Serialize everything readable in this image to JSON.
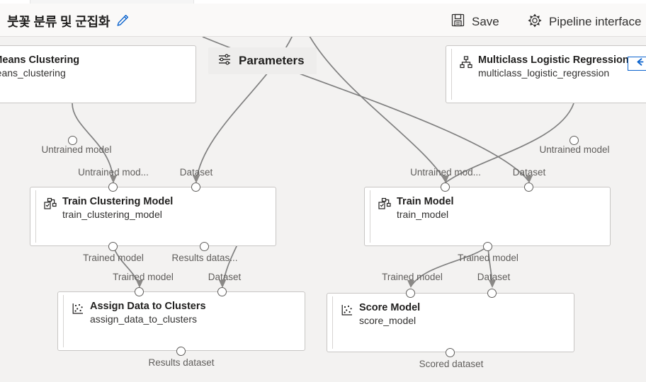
{
  "toolbar": {
    "pipeline_title": "붓꽃 분류 및 군집화",
    "edit_icon": "pencil-icon",
    "buttons": [
      {
        "label": "Save",
        "icon": "save-floppy-icon"
      },
      {
        "label": "Pipeline interface",
        "icon": "gear-icon"
      }
    ]
  },
  "canvas": {
    "parameters_chip": {
      "label": "Parameters",
      "icon": "sliders-icon"
    },
    "nodes": [
      {
        "id": "kmeans",
        "title": "K-Means Clustering",
        "subtitle": "kmeans_clustering",
        "icon": "module-hierarchy-icon",
        "clipped_title": "leans Clustering",
        "clipped_subtitle": "eans_clustering",
        "outputs": [
          {
            "label": "Untrained model"
          }
        ]
      },
      {
        "id": "multiclass",
        "title": "Multiclass Logistic Regression",
        "subtitle": "multiclass_logistic_regression",
        "icon": "module-hierarchy-icon",
        "collapse_icon": "arrow-left-icon",
        "outputs": [
          {
            "label": "Untrained model"
          }
        ]
      },
      {
        "id": "train-clustering-model",
        "title": "Train Clustering Model",
        "subtitle": "train_clustering_model",
        "icon": "train-model-icon",
        "inputs": [
          {
            "label": "Untrained mod..."
          },
          {
            "label": "Dataset"
          }
        ],
        "outputs": [
          {
            "label": "Trained model"
          },
          {
            "label": "Results datas..."
          }
        ]
      },
      {
        "id": "train-model",
        "title": "Train Model",
        "subtitle": "train_model",
        "icon": "train-model-icon",
        "inputs": [
          {
            "label": "Untrained mod..."
          },
          {
            "label": "Dataset"
          }
        ],
        "outputs": [
          {
            "label": "Trained model"
          }
        ]
      },
      {
        "id": "assign-data-to-clusters",
        "title": "Assign Data to Clusters",
        "subtitle": "assign_data_to_clusters",
        "icon": "scatter-dots-icon",
        "inputs": [
          {
            "label": "Trained model"
          },
          {
            "label": "Dataset"
          }
        ],
        "outputs": [
          {
            "label": "Results dataset"
          }
        ]
      },
      {
        "id": "score-model",
        "title": "Score Model",
        "subtitle": "score_model",
        "icon": "scatter-dots-icon",
        "inputs": [
          {
            "label": "Trained model"
          },
          {
            "label": "Dataset"
          }
        ],
        "outputs": [
          {
            "label": "Scored dataset"
          }
        ]
      }
    ]
  },
  "colors": {
    "toolbar_bg": "#faf9f8",
    "canvas_bg": "#f3f2f1",
    "node_bg": "#ffffff",
    "node_border": "#c8c6c4",
    "edge": "#808080",
    "port_stroke": "#605e5c",
    "label_text": "#605e5c",
    "title_text": "#201f1e",
    "accent_blue": "#0b63ce"
  }
}
